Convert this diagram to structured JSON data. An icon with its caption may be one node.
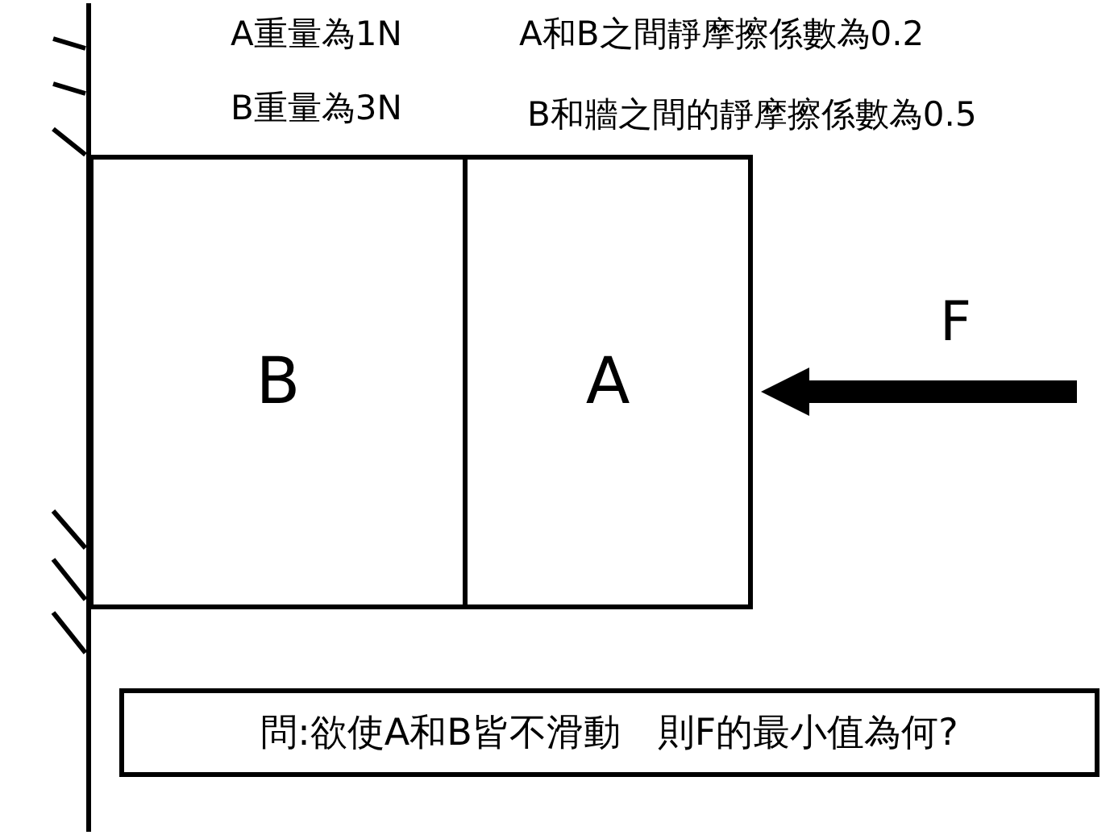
{
  "diagram": {
    "nodes": [
      {
        "text": [
          "B"
        ]
      },
      {
        "text": [
          "A"
        ]
      },
      {
        "text": [
          "問:欲使A和B皆不滑動　則F的最小值為何?"
        ]
      }
    ],
    "labels": [
      "A重量為1N",
      "A和B之間靜摩擦係數為0.2",
      "B重量為3N",
      "B和牆之間的靜摩擦係數為0.5",
      "F"
    ]
  }
}
